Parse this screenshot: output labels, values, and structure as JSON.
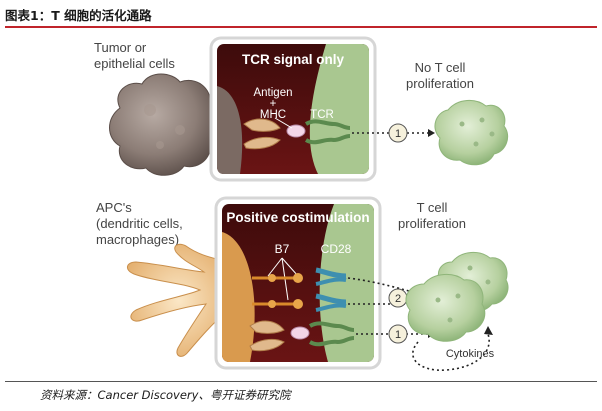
{
  "header": {
    "title": "图表1：T 细胞的活化通路"
  },
  "footer": {
    "source": "资料来源：Cancer Discovery、粤开证券研究院"
  },
  "top_panel": {
    "left_label_line1": "Tumor or",
    "left_label_line2": "epithelial cells",
    "box_title": "TCR signal only",
    "antigen_line1": "Antigen",
    "antigen_line2": "+",
    "antigen_line3": "MHC",
    "tcr": "TCR",
    "signal_badge": "1",
    "right_label_line1": "No T cell",
    "right_label_line2": "proliferation"
  },
  "bottom_panel": {
    "left_label_line1": "APC's",
    "left_label_line2": "(dendritic cells,",
    "left_label_line3": "macrophages)",
    "box_title": "Positive costimulation",
    "b7": "B7",
    "cd28": "CD28",
    "signal_badge_2": "2",
    "signal_badge_1": "1",
    "right_label_line1": "T cell",
    "right_label_line2": "proliferation",
    "cytokines": "Cytokines"
  },
  "colors": {
    "rule_red": "#c0242b",
    "box_dark": "#5c1111",
    "t_cell_green": "#b2cf9c",
    "tumor_gray": "#8c7d76",
    "apc_orange": "#e8b574"
  }
}
